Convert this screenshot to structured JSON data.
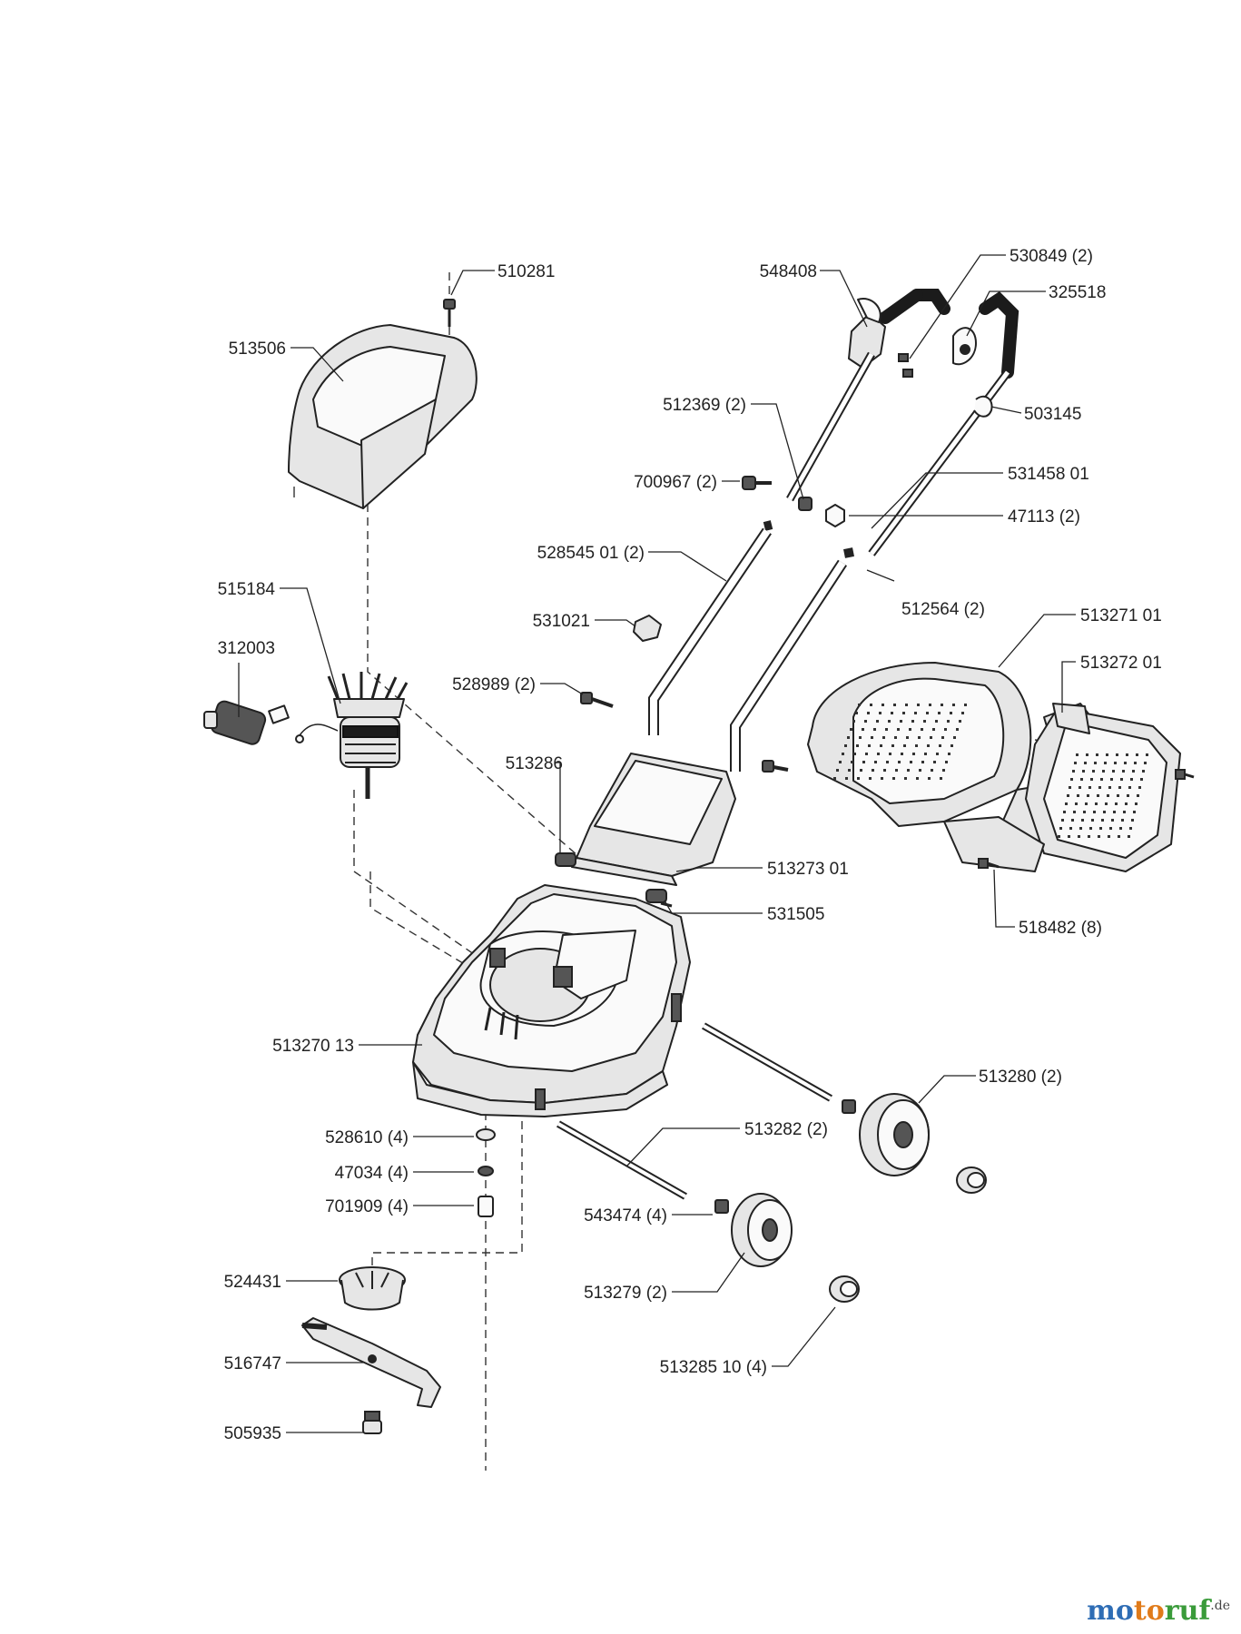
{
  "parts": [
    {
      "id": "510281"
    },
    {
      "id": "513506"
    },
    {
      "id": "515184"
    },
    {
      "id": "312003"
    },
    {
      "id": "548408"
    },
    {
      "id": "530849 (2)"
    },
    {
      "id": "325518"
    },
    {
      "id": "512369 (2)"
    },
    {
      "id": "503145"
    },
    {
      "id": "700967 (2)"
    },
    {
      "id": "531458 01"
    },
    {
      "id": "47113 (2)"
    },
    {
      "id": "528545 01 (2)"
    },
    {
      "id": "512564 (2)"
    },
    {
      "id": "531021"
    },
    {
      "id": "513271 01"
    },
    {
      "id": "513272 01"
    },
    {
      "id": "528989 (2)"
    },
    {
      "id": "513286"
    },
    {
      "id": "513273 01"
    },
    {
      "id": "531505"
    },
    {
      "id": "518482 (8)"
    },
    {
      "id": "513270 13"
    },
    {
      "id": "513280 (2)"
    },
    {
      "id": "528610 (4)"
    },
    {
      "id": "513282 (2)"
    },
    {
      "id": "47034 (4)"
    },
    {
      "id": "701909 (4)"
    },
    {
      "id": "543474 (4)"
    },
    {
      "id": "524431"
    },
    {
      "id": "513279 (2)"
    },
    {
      "id": "516747"
    },
    {
      "id": "513285 10 (4)"
    },
    {
      "id": "505935"
    }
  ],
  "brand": {
    "name_1": "mo",
    "name_2": "to",
    "name_3": "ruf",
    "tld": ".de"
  }
}
